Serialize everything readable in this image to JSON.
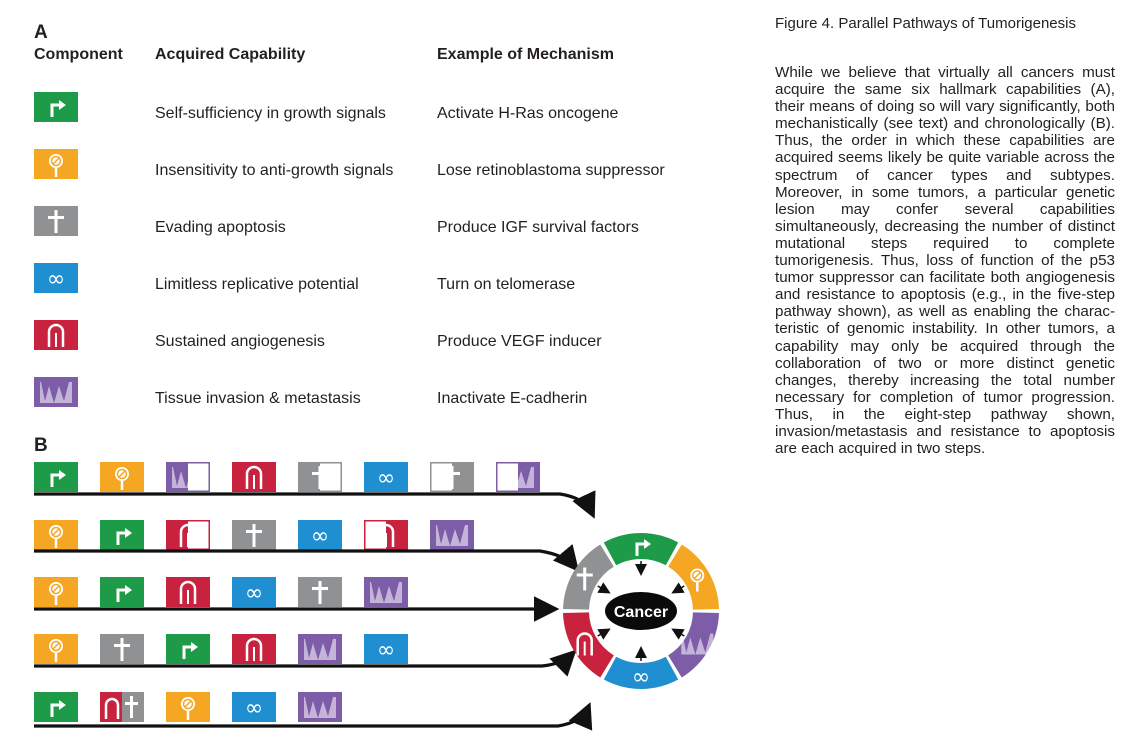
{
  "panel_a": {
    "letter": "A",
    "headers": {
      "component": "Component",
      "capability": "Acquired Capability",
      "mechanism": "Example of Mechanism"
    },
    "rows": [
      {
        "icon": "growth-signal-arrow-icon",
        "color": "#1e9b48",
        "capability": "Self-sufficiency in growth signals",
        "mechanism": "Activate H-Ras oncogene"
      },
      {
        "icon": "anti-growth-sign-icon",
        "color": "#f5a623",
        "capability": "Insensitivity to anti-growth signals",
        "mechanism": "Lose retinoblastoma suppressor"
      },
      {
        "icon": "cross-icon",
        "color": "#8f9193",
        "capability": "Evading apoptosis",
        "mechanism": "Produce IGF survival factors"
      },
      {
        "icon": "infinity-icon",
        "color": "#1f8fd1",
        "capability": "Limitless replicative potential",
        "mechanism": "Turn on telomerase"
      },
      {
        "icon": "vessel-icon",
        "color": "#c8223f",
        "capability": "Sustained angiogenesis",
        "mechanism": "Produce VEGF inducer"
      },
      {
        "icon": "invasion-icon",
        "color": "#7d5ca8",
        "capability": "Tissue invasion & metastasis",
        "mechanism": "Inactivate E-cadherin"
      }
    ]
  },
  "panel_b": {
    "letter": "B",
    "center_label": "Cancer",
    "pathways": [
      {
        "steps": [
          {
            "icon": "growth-signal-arrow-icon"
          },
          {
            "icon": "anti-growth-sign-icon"
          },
          {
            "icon": "invasion-icon",
            "fill": "half"
          },
          {
            "icon": "vessel-icon"
          },
          {
            "icon": "cross-icon",
            "fill": "half"
          },
          {
            "icon": "infinity-icon"
          },
          {
            "icon": "cross-icon",
            "fill": "half-right"
          },
          {
            "icon": "invasion-icon",
            "fill": "half-right"
          }
        ]
      },
      {
        "steps": [
          {
            "icon": "anti-growth-sign-icon"
          },
          {
            "icon": "growth-signal-arrow-icon"
          },
          {
            "icon": "vessel-icon",
            "fill": "half"
          },
          {
            "icon": "cross-icon"
          },
          {
            "icon": "infinity-icon"
          },
          {
            "icon": "vessel-icon",
            "fill": "half-right"
          },
          {
            "icon": "invasion-icon"
          }
        ]
      },
      {
        "steps": [
          {
            "icon": "anti-growth-sign-icon"
          },
          {
            "icon": "growth-signal-arrow-icon"
          },
          {
            "icon": "vessel-icon"
          },
          {
            "icon": "infinity-icon"
          },
          {
            "icon": "cross-icon"
          },
          {
            "icon": "invasion-icon"
          }
        ]
      },
      {
        "steps": [
          {
            "icon": "anti-growth-sign-icon"
          },
          {
            "icon": "cross-icon"
          },
          {
            "icon": "growth-signal-arrow-icon"
          },
          {
            "icon": "vessel-icon"
          },
          {
            "icon": "invasion-icon"
          },
          {
            "icon": "infinity-icon"
          }
        ]
      },
      {
        "steps": [
          {
            "icon": "growth-signal-arrow-icon"
          },
          {
            "icon": "vessel-cross-combined-icon"
          },
          {
            "icon": "anti-growth-sign-icon"
          },
          {
            "icon": "infinity-icon"
          },
          {
            "icon": "invasion-icon"
          }
        ]
      }
    ]
  },
  "caption": {
    "title": "Figure 4. Parallel Pathways of Tumorigen­esis",
    "body": "While we believe that virtually all cancers must acquire the same six hallmark capabili­ties (A), their means of doing so will vary sig­nificantly, both mechanistically (see text) and chronologically (B). Thus, the order in which these capabilities are acquired seems likely be quite variable across the spectrum of can­cer types and subtypes. Moreover, in some tumors, a particular genetic lesion may confer several capabilities simultaneously, decreas­ing the number of distinct mutational steps required to complete tumorigenesis. Thus, loss of function of the p53 tumor suppressor can facilitate both angiogenesis and resis­tance to apoptosis (e.g., in the five-step path­way shown), as well as enabling the charac­teristic of genomic instability. In other tumors, a capability may only be acquired through the collaboration of two or more distinct genetic changes, thereby increasing the total number necessary for completion of tumor progres­sion. Thus, in the eight-step pathway shown, invasion/metastasis and resistance to apo­ptosis are each acquired in two steps."
  }
}
